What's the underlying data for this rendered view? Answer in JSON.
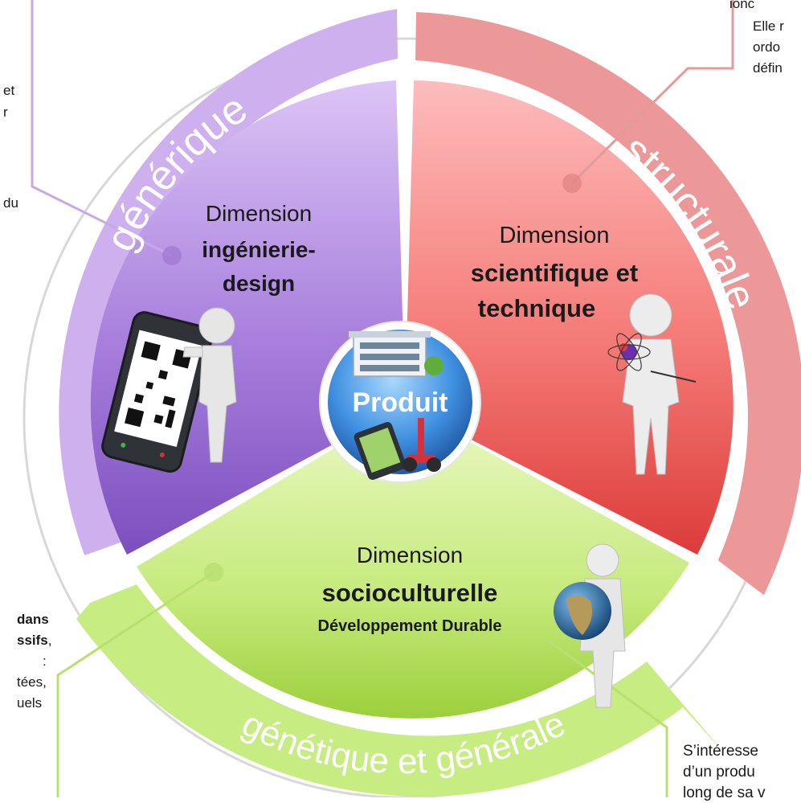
{
  "center": {
    "label": "Produit"
  },
  "sectors": {
    "engineering": {
      "line1": "Dimension",
      "line2": "ingénierie-",
      "line3": "design",
      "color": "#9a6fd0"
    },
    "scientific": {
      "line1": "Dimension",
      "line2": "scientifique et",
      "line3": "technique",
      "color": "#f0625f"
    },
    "sociocultural": {
      "line1": "Dimension",
      "line2": "socioculturelle",
      "line3": "Développement Durable",
      "color": "#b2dc5a"
    }
  },
  "ring_labels": {
    "generique": "générique",
    "structurale": "structurale",
    "genetique": "génétique et générale"
  },
  "side_texts": {
    "top_right_1": "ionc",
    "top_right_2": "Elle r",
    "top_right_3": "ordo",
    "top_right_4": "défin",
    "left_1": "et",
    "left_2": "r",
    "left_3": "du",
    "bottom_left_1": "dans",
    "bottom_left_2": "ssifs",
    "bottom_left_2b": ",",
    "bottom_left_3": ":",
    "bottom_left_4": "tées,",
    "bottom_left_5": "uels",
    "bottom_right_1": "S’intéresse",
    "bottom_right_2": "d’un produ",
    "bottom_right_3": "long de sa v"
  },
  "colors": {
    "purple_ring": "#cfb0ee",
    "red_ring": "#ec9898",
    "green_ring": "#c6ec82",
    "ring_text": "#ffffff",
    "sector_text": "#1a1a1a"
  }
}
